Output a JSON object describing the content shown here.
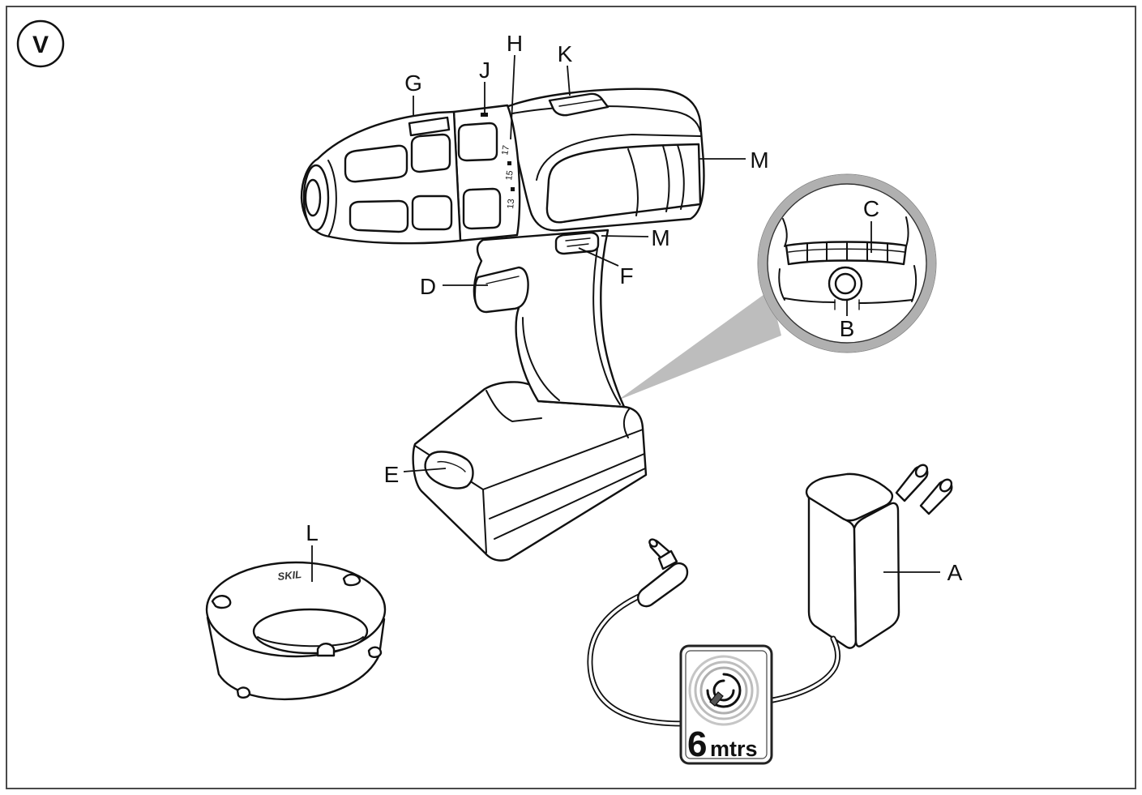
{
  "figure_badge": "V",
  "callouts": [
    "G",
    "J",
    "H",
    "K",
    "M",
    "C",
    "M",
    "F",
    "D",
    "B",
    "E",
    "L",
    "A"
  ],
  "torque_scale": [
    "17",
    "15",
    "13"
  ],
  "ring_logo": "SKIL",
  "cable_badge": {
    "number": "6",
    "unit": "mtrs"
  },
  "colors": {
    "line": "#111111",
    "frame": "#4a4a4a",
    "inset_ring": "#b0b0b0",
    "wedge": "#bdbdbd"
  }
}
